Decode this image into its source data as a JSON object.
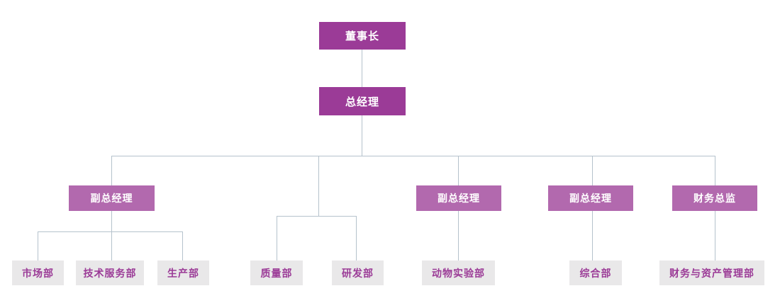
{
  "org_chart": {
    "colors": {
      "executive_box_bg": "#9B3B97",
      "manager_box_bg": "#B269AE",
      "department_box_bg": "#E9E8E9",
      "department_text": "#9B3B97",
      "executive_text": "#ffffff",
      "connector_line": "#B5C2CC",
      "background": "#ffffff"
    },
    "nodes": {
      "chairman": {
        "label": "董事长"
      },
      "general_manager": {
        "label": "总经理"
      },
      "deputy_gm_1": {
        "label": "副总经理"
      },
      "deputy_gm_2": {
        "label": "副总经理"
      },
      "deputy_gm_3": {
        "label": "副总经理"
      },
      "finance_director": {
        "label": "财务总监"
      },
      "marketing_dept": {
        "label": "市场部"
      },
      "tech_service_dept": {
        "label": "技术服务部"
      },
      "production_dept": {
        "label": "生产部"
      },
      "quality_dept": {
        "label": "质量部"
      },
      "rnd_dept": {
        "label": "研发部"
      },
      "animal_lab_dept": {
        "label": "动物实验部"
      },
      "general_affairs_dept": {
        "label": "综合部"
      },
      "finance_asset_dept": {
        "label": "财务与资产管理部"
      }
    },
    "edges": [
      [
        "chairman",
        "general_manager"
      ],
      [
        "general_manager",
        "deputy_gm_1"
      ],
      [
        "general_manager",
        "quality_dept"
      ],
      [
        "general_manager",
        "rnd_dept"
      ],
      [
        "general_manager",
        "deputy_gm_2"
      ],
      [
        "general_manager",
        "deputy_gm_3"
      ],
      [
        "general_manager",
        "finance_director"
      ],
      [
        "deputy_gm_1",
        "marketing_dept"
      ],
      [
        "deputy_gm_1",
        "tech_service_dept"
      ],
      [
        "deputy_gm_1",
        "production_dept"
      ],
      [
        "deputy_gm_2",
        "animal_lab_dept"
      ],
      [
        "deputy_gm_3",
        "general_affairs_dept"
      ],
      [
        "finance_director",
        "finance_asset_dept"
      ]
    ]
  }
}
